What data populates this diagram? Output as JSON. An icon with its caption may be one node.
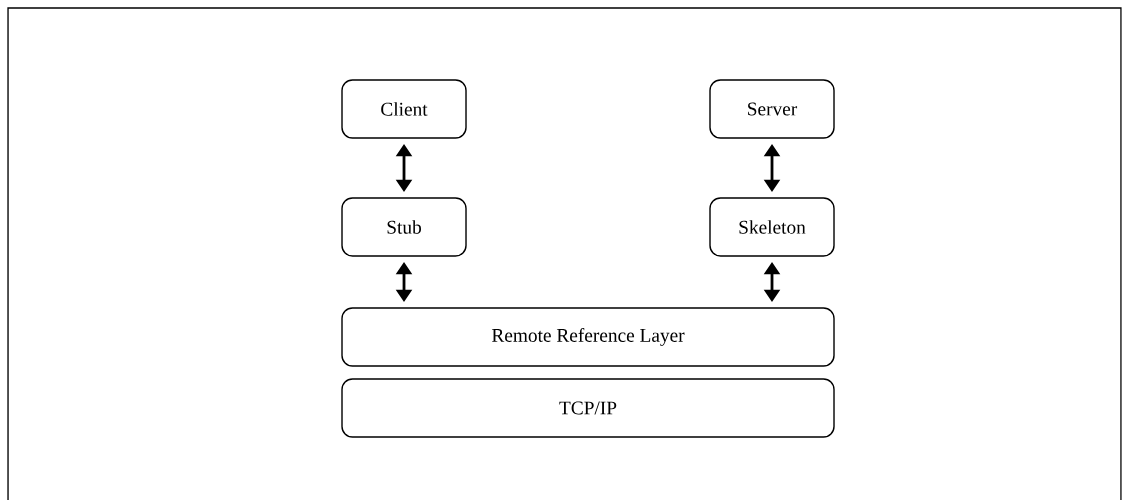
{
  "diagram": {
    "nodes": [
      {
        "text": [
          "Client"
        ]
      },
      {
        "text": [
          "Server"
        ]
      },
      {
        "text": [
          "Stub"
        ]
      },
      {
        "text": [
          "Skeleton"
        ]
      },
      {
        "text": [
          "Remote Reference Layer"
        ]
      },
      {
        "text": [
          "TCP/IP"
        ]
      }
    ],
    "edges": [
      {
        "from": 0,
        "to": 2,
        "arrow": "both"
      },
      {
        "from": 1,
        "to": 3,
        "arrow": "both"
      },
      {
        "from": 2,
        "to": 4,
        "arrow": "both"
      },
      {
        "from": 3,
        "to": 4,
        "arrow": "both"
      }
    ]
  }
}
